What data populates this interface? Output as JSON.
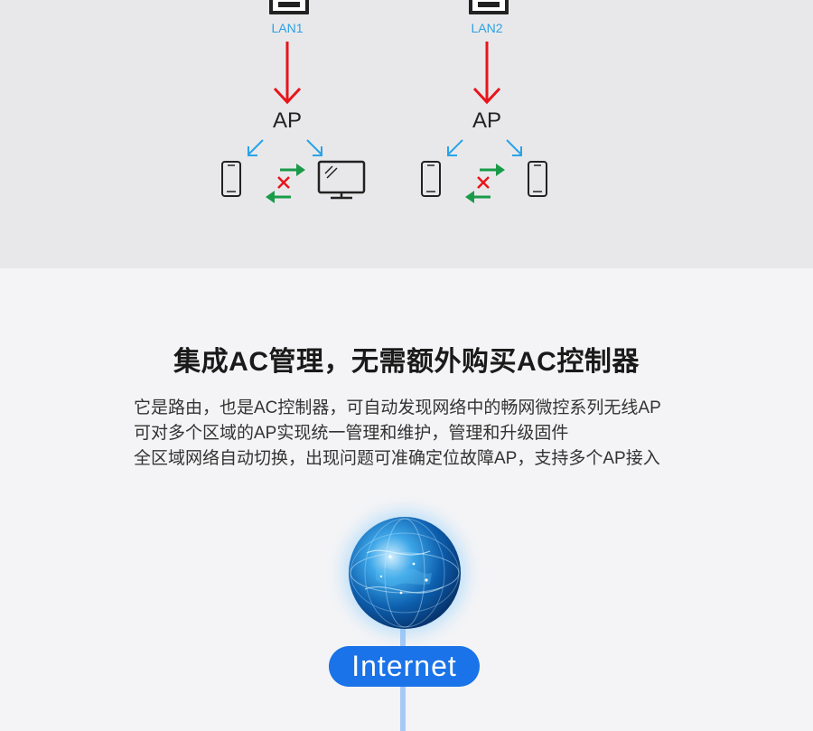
{
  "diagram": {
    "left_group": {
      "lan_label": "LAN1",
      "ap_label": "AP"
    },
    "right_group": {
      "lan_label": "LAN2",
      "ap_label": "AP"
    }
  },
  "colors": {
    "red_arrow": "#e8151b",
    "blue_arrow": "#29a3e8",
    "green_arrow": "#1a9b4a",
    "internet_pill": "#1a73e8"
  },
  "feature": {
    "headline": "集成AC管理，无需额外购买AC控制器",
    "lines": [
      "它是路由，也是AC控制器，可自动发现网络中的畅网微控系列无线AP",
      "可对多个区域的AP实现统一管理和维护，管理和升级固件",
      "全区域网络自动切换，出现问题可准确定位故障AP，支持多个AP接入"
    ]
  },
  "internet": {
    "label": "Internet"
  }
}
